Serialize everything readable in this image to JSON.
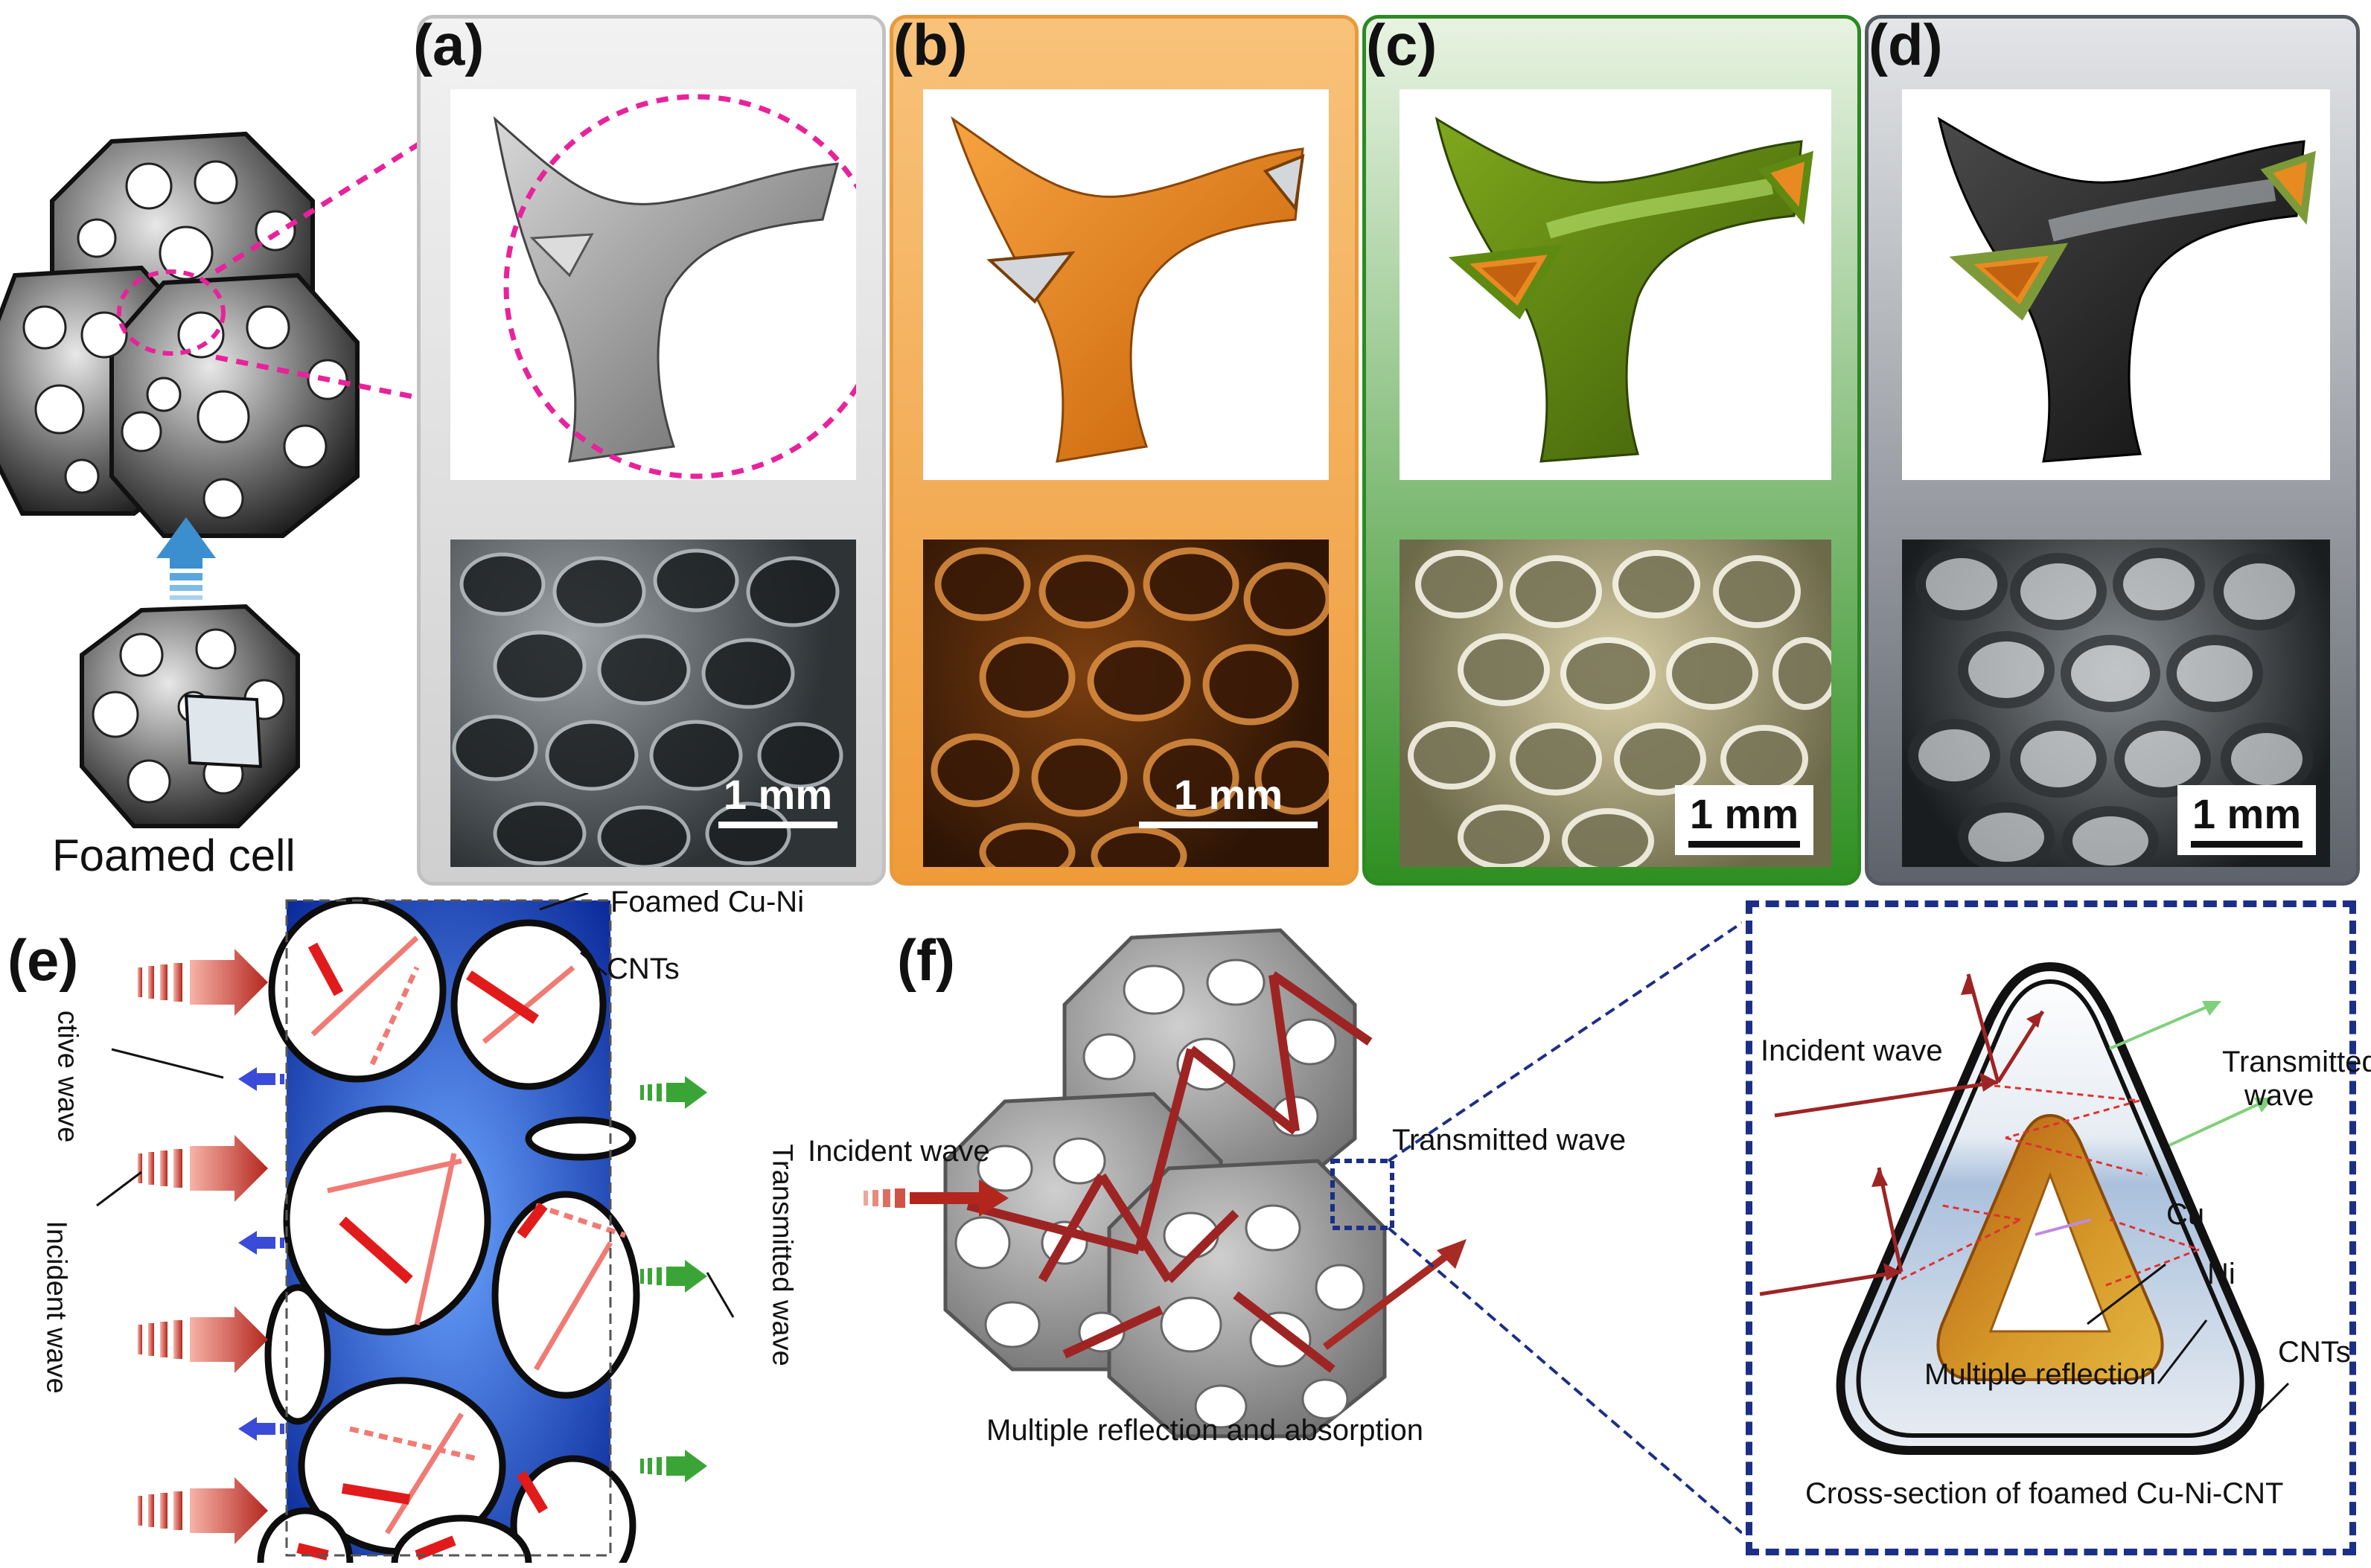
{
  "panels": {
    "a": {
      "label": "(a)",
      "scale": "1 mm",
      "color": "#c9c9c9"
    },
    "b": {
      "label": "(b)",
      "scale": "1 mm",
      "color": "#f0a040"
    },
    "c": {
      "label": "(c)",
      "scale": "1 mm",
      "color": "#3d9a2a"
    },
    "d": {
      "label": "(d)",
      "scale": "1 mm",
      "color": "#6b6f76"
    },
    "e": {
      "label": "(e)"
    },
    "f": {
      "label": "(f)"
    }
  },
  "left": {
    "caption": "Foamed cell"
  },
  "panel_e": {
    "foamed": "Foamed Cu-Ni",
    "cnts": "CNTs",
    "reflective": "ctive wave",
    "incident": "Incident wave",
    "transmitted": "Transmitted wave"
  },
  "panel_f": {
    "incident": "Incident wave",
    "transmitted": "Transmitted wave",
    "caption": "Multiple reflection and absorption"
  },
  "inset": {
    "incident": "Incident wave",
    "transmitted_1": "Transmitted",
    "transmitted_2": "wave",
    "cu": "Cu",
    "ni": "Ni",
    "cnts": "CNTs",
    "multiple": "Multiple reflection",
    "caption": "Cross-section of foamed Cu-Ni-CNT"
  },
  "colors": {
    "magenta": "#e8229b",
    "navy": "#1c2f86",
    "red_arrow": "#c0392b",
    "blue_arrow": "#3a4bd8",
    "green_arrow": "#3aa536"
  }
}
